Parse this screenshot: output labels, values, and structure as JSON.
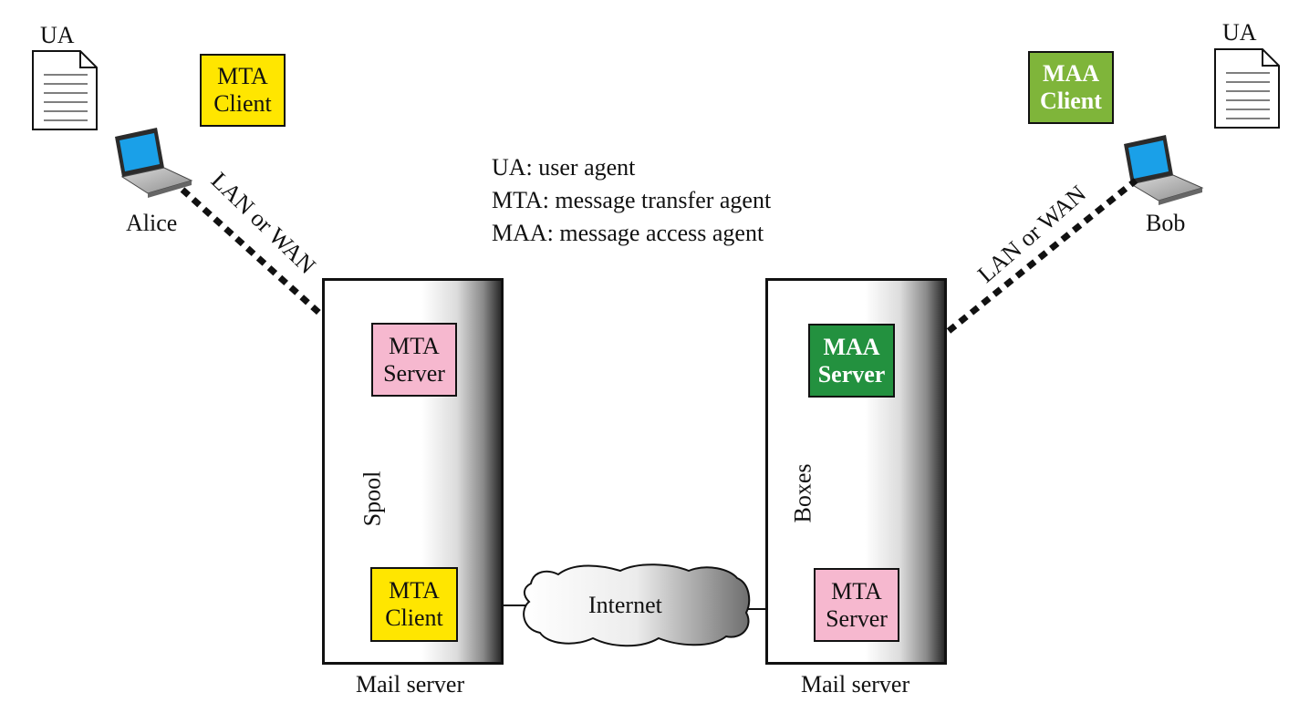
{
  "alice_side": {
    "ua_label": "UA",
    "host_label": "Alice",
    "client_label": [
      "MTA",
      "Client"
    ],
    "link_label": "LAN or WAN"
  },
  "bob_side": {
    "ua_label": "UA",
    "host_label": "Bob",
    "client_label": [
      "MAA",
      "Client"
    ],
    "link_label": "LAN or WAN"
  },
  "legend": [
    "UA: user agent",
    "MTA: message transfer agent",
    "MAA: message access agent"
  ],
  "sender_server": {
    "server_box": [
      "MTA",
      "Server"
    ],
    "storage_label": "Spool",
    "client_box": [
      "MTA",
      "Client"
    ],
    "caption": "Mail server"
  },
  "receiver_server": {
    "server_box": [
      "MAA",
      "Server"
    ],
    "storage_label": "Boxes",
    "client_box": [
      "MTA",
      "Server"
    ],
    "caption": "Mail server"
  },
  "network": {
    "label": "Internet"
  },
  "colors": {
    "mta_client": "#ffe600",
    "mta_server": "#f6b8cf",
    "maa_client": "#7fb53a",
    "maa_server": "#23913f",
    "laptop_screen": "#1aa0e8"
  },
  "icons": [
    "document-icon",
    "laptop-icon",
    "spool-icon",
    "mailboxes-icon",
    "cloud-icon"
  ]
}
